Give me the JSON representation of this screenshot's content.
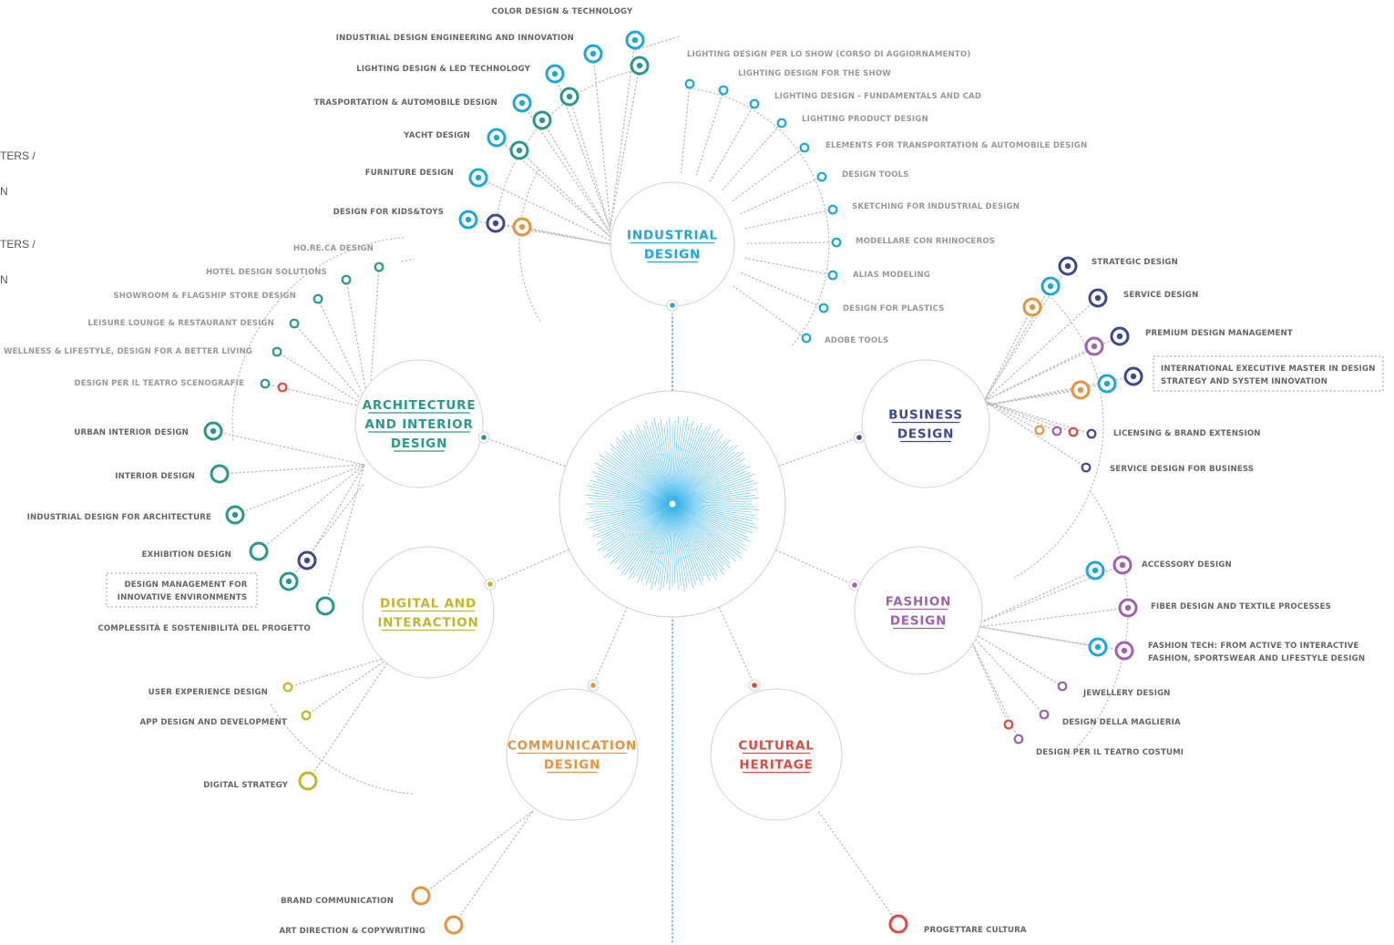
{
  "colors": {
    "industrial": "#1da7dc",
    "architecture": "#2a9a86",
    "business": "#3d4a8f",
    "fashion": "#a062ad",
    "digital": "#c4b52a",
    "communication": "#e39440",
    "cultural": "#e2483e",
    "line": "#bcbcbc"
  },
  "side_fragments": [
    "TERS /",
    "N",
    "TERS /",
    "N"
  ],
  "hubs": {
    "industrial": [
      "INDUSTRIAL",
      "DESIGN"
    ],
    "architecture": [
      "ARCHITECTURE",
      "AND INTERIOR",
      "DESIGN"
    ],
    "business": [
      "BUSINESS",
      "DESIGN"
    ],
    "fashion": [
      "FASHION",
      "DESIGN"
    ],
    "digital": [
      "DIGITAL AND",
      "INTERACTION"
    ],
    "communication": [
      "COMMUNICATION",
      "DESIGN"
    ],
    "cultural": [
      "CULTURAL",
      "HERITAGE"
    ]
  },
  "courses": {
    "industrial_masters": [
      "COLOR DESIGN & TECHNOLOGY",
      "INDUSTRIAL DESIGN ENGINEERING  AND INNOVATION",
      "LIGHTING DESIGN  & LED TECHNOLOGY",
      "TRASPORTATION  & AUTOMOBILE DESIGN",
      "YACHT DESIGN",
      "FURNITURE  DESIGN",
      "DESIGN FOR KIDS&TOYS"
    ],
    "industrial_courses": [
      "LIGHTING DESIGN PER LO SHOW (CORSO DI AGGIORNAMENTO)",
      "LIGHTING DESIGN FOR THE SHOW",
      "LIGHTING DESIGN - FUNDAMENTALS AND CAD",
      "LIGHTING PRODUCT DESIGN",
      "ELEMENTS FOR TRANSPORTATION & AUTOMOBILE DESIGN",
      "DESIGN TOOLS",
      "SKETCHING FOR INDUSTRIAL DESIGN",
      "MODELLARE  CON RHINOCEROS",
      "ALIAS MODELING",
      "DESIGN FOR PLASTICS",
      "ADOBE TOOLS"
    ],
    "architecture_courses": [
      "HO.RE.CA DESIGN",
      "HOTEL DESIGN SOLUTIONS",
      "SHOWROOM & FLAGSHIP STORE DESIGN",
      "LEISURE LOUNGE & RESTAURANT DESIGN",
      "WELLNESS & LIFESTYLE, DESIGN FOR A BETTER LIVING",
      "DESIGN PER IL TEATRO SCENOGRAFIE"
    ],
    "architecture_masters": [
      "URBAN INTERIOR DESIGN",
      "INTERIOR DESIGN",
      "INDUSTRIAL DESIGN FOR ARCHITECTURE",
      "EXHIBITION DESIGN",
      "DESIGN MANAGEMENT FOR",
      "INNOVATIVE ENVIRONMENTS",
      "COMPLESSITÀ E SOSTENIBILITÀ DEL PROGETTO"
    ],
    "business": [
      "STRATEGIC DESIGN",
      "SERVICE DESIGN",
      "PREMIUM DESIGN MANAGEMENT",
      "INTERNATIONAL EXECUTIVE  MASTER IN DESIGN",
      "STRATEGY AND SYSTEM INNOVATION",
      "LICENSING & BRAND EXTENSION",
      "SERVICE DESIGN FOR BUSINESS"
    ],
    "fashion": [
      "ACCESSORY DESIGN",
      "FIBER DESIGN AND TEXTILE PROCESSES",
      "FASHION TECH: FROM ACTIVE TO INTERACTIVE",
      "FASHION, SPORTSWEAR AND LIFESTYLE DESIGN",
      "JEWELLERY DESIGN",
      "DESIGN DELLA MAGLIERIA",
      "DESIGN PER IL TEATRO COSTUMI"
    ],
    "digital": [
      "USER EXPERIENCE DESIGN",
      "APP DESIGN AND DEVELOPMENT",
      "DIGITAL STRATEGY"
    ],
    "communication": [
      "BRAND COMMUNICATION",
      "ART DIRECTION & COPYWRITING"
    ],
    "cultural": [
      "PROGETTARE CULTURA"
    ]
  }
}
